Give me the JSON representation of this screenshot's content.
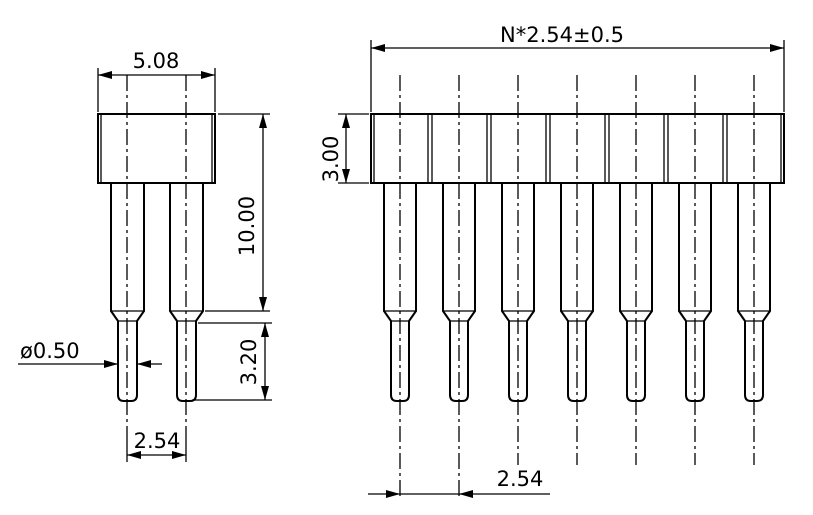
{
  "dimensions": {
    "side_width": "5.08",
    "side_height": "10.00",
    "tail_length": "3.20",
    "pin_diameter": "ø0.50",
    "side_pitch": "2.54",
    "total_length": "N*2.54±0.5",
    "body_height": "3.00",
    "front_pitch": "2.54"
  },
  "front_view": {
    "pin_count": 7
  }
}
